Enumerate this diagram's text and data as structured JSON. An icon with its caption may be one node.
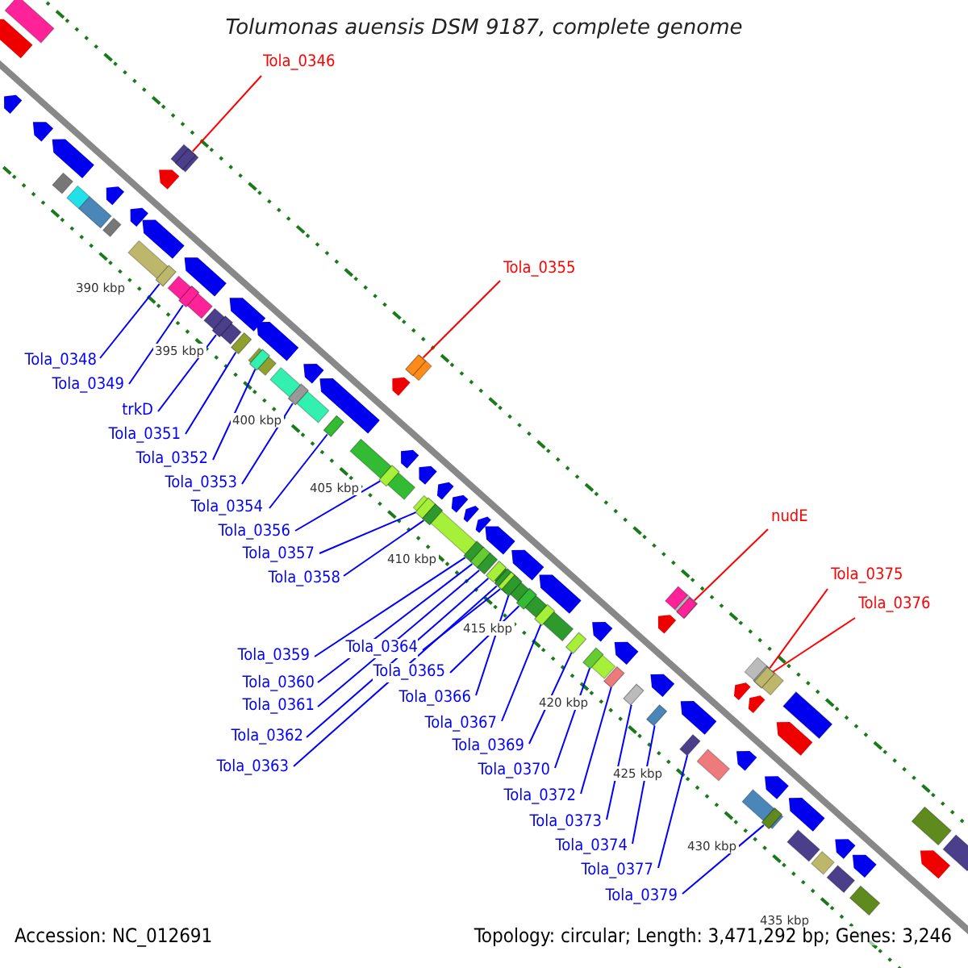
{
  "diagram": {
    "title": "Tolumonas auensis DSM 9187, complete genome",
    "nodes": [
      {
        "text": [
          "Tola_0346"
        ]
      },
      {
        "text": [
          "Tola_0355"
        ]
      },
      {
        "text": [
          "nudE"
        ]
      },
      {
        "text": [
          "Tola_0375"
        ]
      },
      {
        "text": [
          "Tola_0376"
        ]
      },
      {
        "text": [
          "Tola_0348"
        ]
      },
      {
        "text": [
          "Tola_0349"
        ]
      },
      {
        "text": [
          "trkD"
        ]
      },
      {
        "text": [
          "Tola_0351"
        ]
      },
      {
        "text": [
          "Tola_0352"
        ]
      },
      {
        "text": [
          "Tola_0353"
        ]
      },
      {
        "text": [
          "Tola_0354"
        ]
      },
      {
        "text": [
          "Tola_0356"
        ]
      },
      {
        "text": [
          "Tola_0357"
        ]
      },
      {
        "text": [
          "Tola_0358"
        ]
      },
      {
        "text": [
          "Tola_0359"
        ]
      },
      {
        "text": [
          "Tola_0360"
        ]
      },
      {
        "text": [
          "Tola_0361"
        ]
      },
      {
        "text": [
          "Tola_0362"
        ]
      },
      {
        "text": [
          "Tola_0363"
        ]
      },
      {
        "text": [
          "Tola_0364"
        ]
      },
      {
        "text": [
          "Tola_0365"
        ]
      },
      {
        "text": [
          "Tola_0366"
        ]
      },
      {
        "text": [
          "Tola_0367"
        ]
      },
      {
        "text": [
          "Tola_0369"
        ]
      },
      {
        "text": [
          "Tola_0370"
        ]
      },
      {
        "text": [
          "Tola_0372"
        ]
      },
      {
        "text": [
          "Tola_0373"
        ]
      },
      {
        "text": [
          "Tola_0374"
        ]
      },
      {
        "text": [
          "Tola_0377"
        ]
      },
      {
        "text": [
          "Tola_0379"
        ]
      },
      {
        "text": [],
        "shape": "box"
      },
      {
        "text": [],
        "shape": "box"
      },
      {
        "text": [],
        "shape": "box"
      },
      {
        "text": [],
        "shape": "box"
      },
      {
        "text": [],
        "shape": "box"
      },
      {
        "text": [],
        "shape": "box"
      },
      {
        "text": [],
        "shape": "box"
      },
      {
        "text": [],
        "shape": "box"
      },
      {
        "text": [],
        "shape": "box"
      },
      {
        "text": [],
        "shape": "box"
      },
      {
        "text": [],
        "shape": "box"
      },
      {
        "text": [],
        "shape": "box"
      },
      {
        "text": [],
        "shape": "box"
      },
      {
        "text": [],
        "shape": "box"
      },
      {
        "text": [],
        "shape": "box"
      },
      {
        "text": [],
        "shape": "box"
      },
      {
        "text": [],
        "shape": "box"
      },
      {
        "text": [],
        "shape": "box"
      },
      {
        "text": [],
        "shape": "box"
      },
      {
        "text": [],
        "shape": "box"
      },
      {
        "text": [],
        "shape": "box"
      },
      {
        "text": [],
        "shape": "box"
      },
      {
        "text": [],
        "shape": "box"
      },
      {
        "text": [],
        "shape": "box"
      },
      {
        "text": [],
        "shape": "box"
      },
      {
        "text": [],
        "shape": "box"
      },
      {
        "text": [],
        "shape": "box"
      },
      {
        "text": [],
        "shape": "box"
      },
      {
        "text": [],
        "shape": "box"
      },
      {
        "text": [],
        "shape": "box"
      },
      {
        "text": [],
        "shape": "box"
      }
    ],
    "edges": [
      {
        "from": 0,
        "to": 31,
        "arrow": "none",
        "color": "#ff0000"
      },
      {
        "from": 1,
        "to": 32,
        "arrow": "none",
        "color": "#ff0000"
      },
      {
        "from": 2,
        "to": 33,
        "arrow": "none",
        "color": "#ff0000"
      },
      {
        "from": 3,
        "to": 34,
        "arrow": "none",
        "color": "#ff0000"
      },
      {
        "from": 4,
        "to": 35,
        "arrow": "none",
        "color": "#ff0000"
      },
      {
        "from": 5,
        "to": 36,
        "arrow": "none"
      },
      {
        "from": 6,
        "to": 37,
        "arrow": "none"
      },
      {
        "from": 7,
        "to": 38,
        "arrow": "none"
      },
      {
        "from": 8,
        "to": 39,
        "arrow": "none"
      },
      {
        "from": 9,
        "to": 40,
        "arrow": "none"
      },
      {
        "from": 10,
        "to": 41,
        "arrow": "none"
      },
      {
        "from": 11,
        "to": 42,
        "arrow": "none"
      },
      {
        "from": 12,
        "to": 43,
        "arrow": "none"
      },
      {
        "from": 13,
        "to": 44,
        "arrow": "none"
      },
      {
        "from": 14,
        "to": 45,
        "arrow": "none"
      },
      {
        "from": 15,
        "to": 46,
        "arrow": "none"
      },
      {
        "from": 16,
        "to": 47,
        "arrow": "none"
      },
      {
        "from": 17,
        "to": 48,
        "arrow": "none"
      },
      {
        "from": 18,
        "to": 49,
        "arrow": "none"
      },
      {
        "from": 19,
        "to": 50,
        "arrow": "none"
      },
      {
        "from": 20,
        "to": 51,
        "arrow": "none"
      },
      {
        "from": 21,
        "to": 52,
        "arrow": "none"
      },
      {
        "from": 22,
        "to": 53,
        "arrow": "none"
      },
      {
        "from": 23,
        "to": 54,
        "arrow": "none"
      },
      {
        "from": 24,
        "to": 55,
        "arrow": "none"
      },
      {
        "from": 25,
        "to": 56,
        "arrow": "none"
      },
      {
        "from": 26,
        "to": 57,
        "arrow": "none"
      },
      {
        "from": 27,
        "to": 58,
        "arrow": "none"
      },
      {
        "from": 28,
        "to": 59,
        "arrow": "none"
      },
      {
        "from": 29,
        "to": 60,
        "arrow": "none"
      },
      {
        "from": 30,
        "to": 61,
        "arrow": "none"
      }
    ],
    "labels": [
      "390 kbp",
      "395 kbp",
      "400 kbp",
      "405 kbp",
      "410 kbp",
      "415 kbp",
      "420 kbp",
      "425 kbp",
      "430 kbp",
      "435 kbp",
      "Accession: NC_012691",
      "Topology: circular; Length: 3,471,292 bp; Genes: 3,246"
    ]
  }
}
